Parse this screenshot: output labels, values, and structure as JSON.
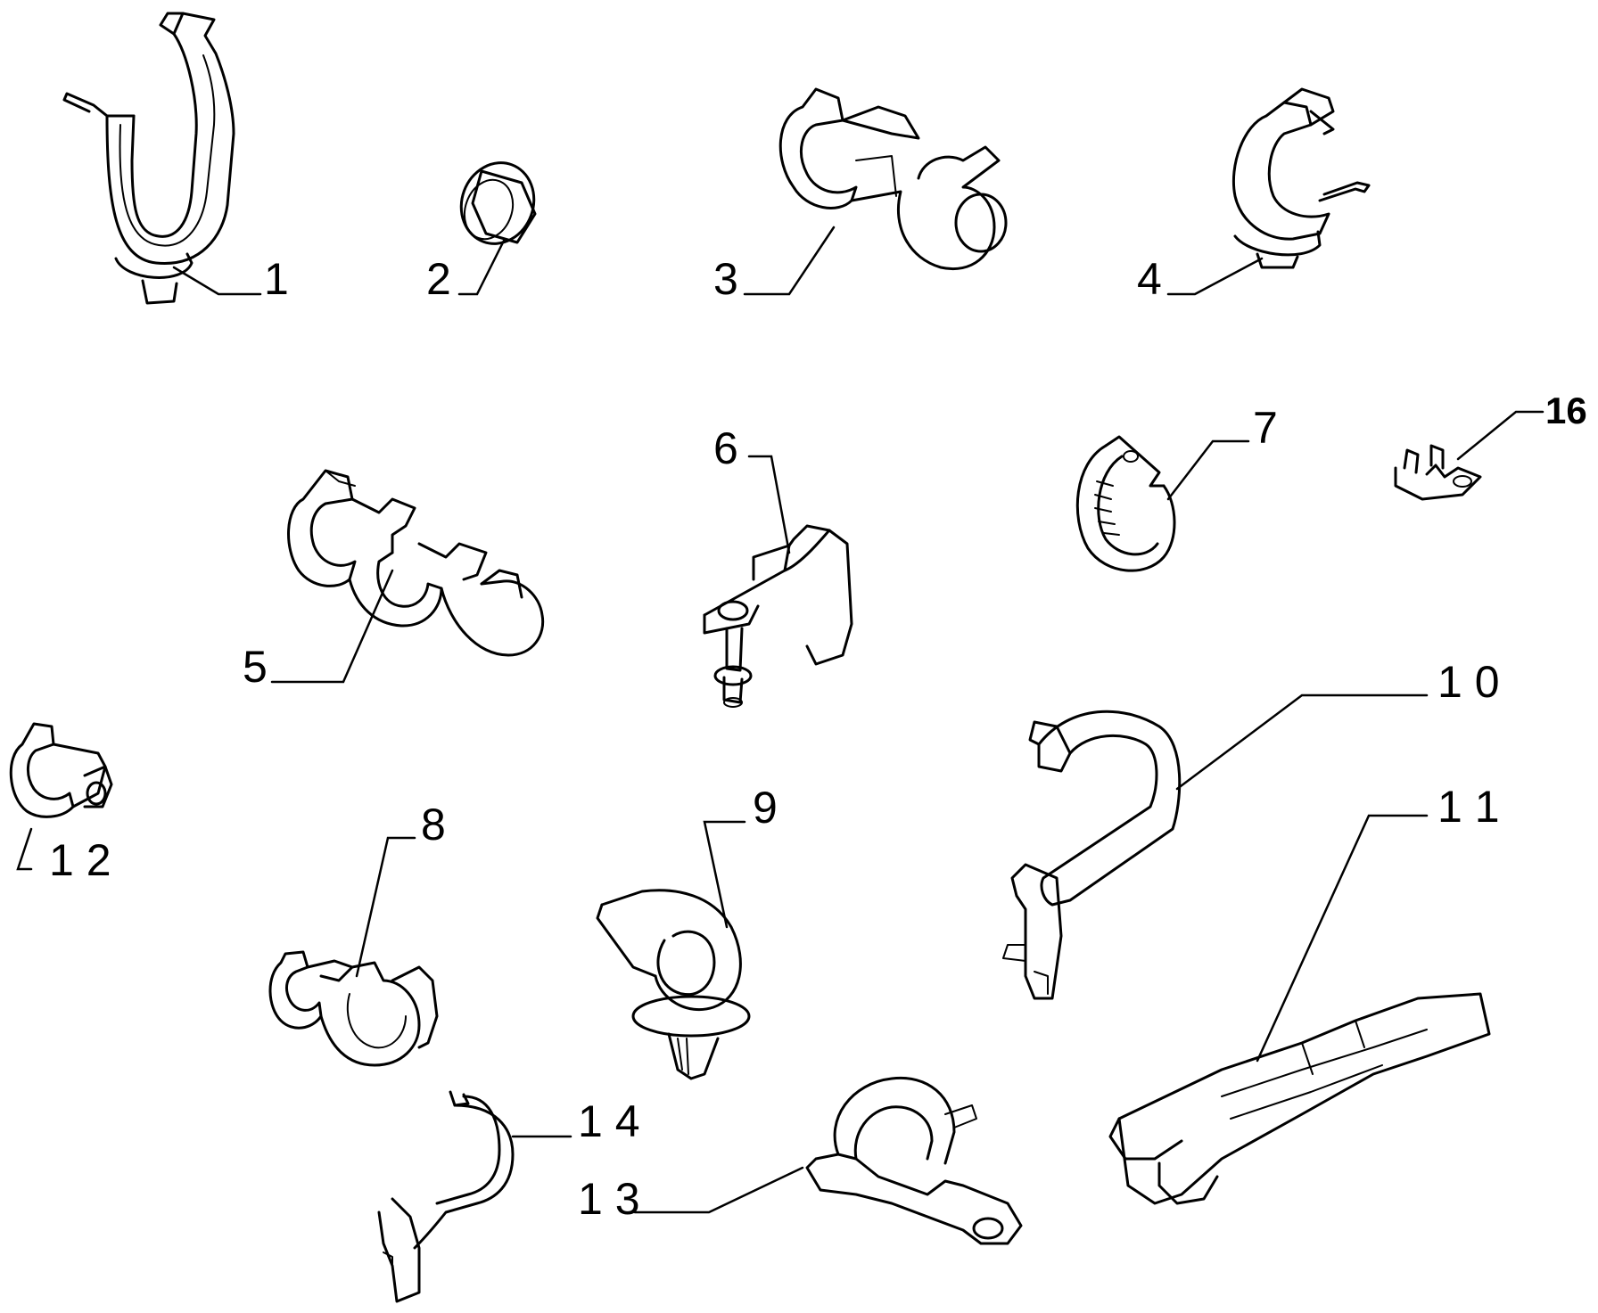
{
  "callouts": {
    "c1": "1",
    "c2": "2",
    "c3": "3",
    "c4": "4",
    "c5": "5",
    "c6": "6",
    "c7": "7",
    "c8": "8",
    "c9": "9",
    "c10": "1 0",
    "c11": "1 1",
    "c12": "1 2",
    "c13": "1 3",
    "c14": "1 4",
    "c16": "16"
  }
}
